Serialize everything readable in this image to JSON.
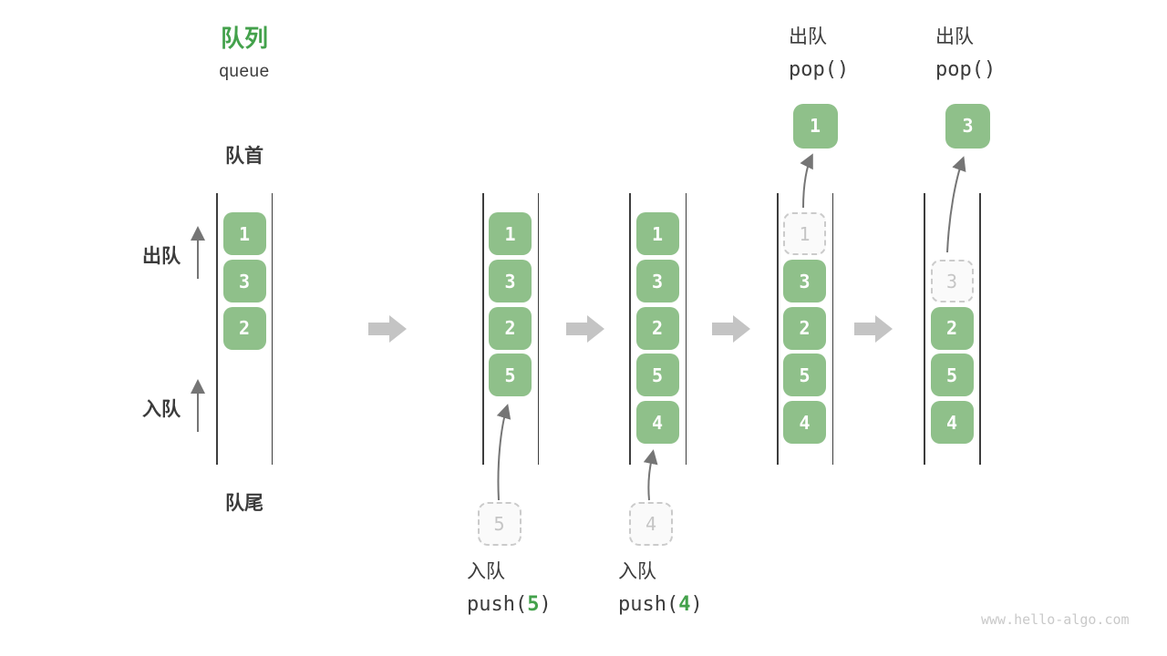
{
  "title": {
    "zh": "队列",
    "en": "queue"
  },
  "side_labels": {
    "front": "队首",
    "rear": "队尾",
    "dequeue": "出队",
    "enqueue": "入队"
  },
  "watermark": "www.hello-algo.com",
  "colors": {
    "accent_green": "#43A14B",
    "box_green": "#8FC08A",
    "box_text": "#FFFFFF",
    "text_dark": "#3B3B3B",
    "wall": "#3D3D3D",
    "block_arrow": "#C4C4C4",
    "thin_arrow": "#757575",
    "ghost_border": "#CBCBCB",
    "ghost_bg": "#FAFAFA",
    "ghost_text": "#C5C5C5",
    "watermark": "#C9C9C9"
  },
  "states": [
    {
      "name": "initial",
      "slots": [
        {
          "row": 0,
          "value": "1"
        },
        {
          "row": 1,
          "value": "3"
        },
        {
          "row": 2,
          "value": "2"
        }
      ]
    },
    {
      "name": "after-push-5",
      "slots": [
        {
          "row": 0,
          "value": "1"
        },
        {
          "row": 1,
          "value": "3"
        },
        {
          "row": 2,
          "value": "2"
        },
        {
          "row": 3,
          "value": "5"
        }
      ],
      "pending": {
        "value": "5"
      },
      "op": {
        "zh": "入队",
        "code_pre": "push(",
        "arg": "5",
        "code_post": ")"
      }
    },
    {
      "name": "after-push-4",
      "slots": [
        {
          "row": 0,
          "value": "1"
        },
        {
          "row": 1,
          "value": "3"
        },
        {
          "row": 2,
          "value": "2"
        },
        {
          "row": 3,
          "value": "5"
        },
        {
          "row": 4,
          "value": "4"
        }
      ],
      "pending": {
        "value": "4"
      },
      "op": {
        "zh": "入队",
        "code_pre": "push(",
        "arg": "4",
        "code_post": ")"
      }
    },
    {
      "name": "after-pop-1",
      "slots": [
        {
          "row": 0,
          "value": "1",
          "ghost": true
        },
        {
          "row": 1,
          "value": "3"
        },
        {
          "row": 2,
          "value": "2"
        },
        {
          "row": 3,
          "value": "5"
        },
        {
          "row": 4,
          "value": "4"
        }
      ],
      "popped": {
        "value": "1"
      },
      "op": {
        "zh": "出队",
        "code": "pop()"
      }
    },
    {
      "name": "after-pop-3",
      "slots": [
        {
          "row": 1,
          "value": "3",
          "ghost": true
        },
        {
          "row": 2,
          "value": "2"
        },
        {
          "row": 3,
          "value": "5"
        },
        {
          "row": 4,
          "value": "4"
        }
      ],
      "popped": {
        "value": "3"
      },
      "op": {
        "zh": "出队",
        "code": "pop()"
      }
    }
  ]
}
